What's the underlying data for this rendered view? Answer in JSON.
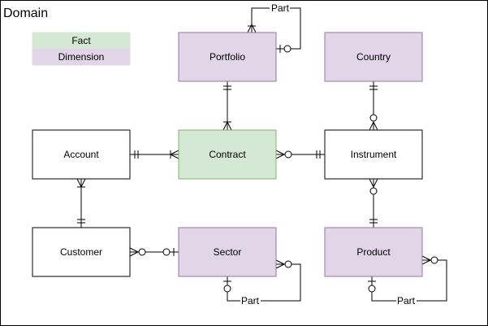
{
  "diagram": {
    "title": "Domain",
    "legend": [
      {
        "label": "Fact",
        "color": "#d5e8d4"
      },
      {
        "label": "Dimension",
        "color": "#e1d5e7"
      }
    ],
    "entities": {
      "portfolio": {
        "label": "Portfolio",
        "kind": "dimension"
      },
      "country": {
        "label": "Country",
        "kind": "dimension"
      },
      "account": {
        "label": "Account",
        "kind": "plain"
      },
      "contract": {
        "label": "Contract",
        "kind": "fact"
      },
      "instrument": {
        "label": "Instrument",
        "kind": "plain"
      },
      "customer": {
        "label": "Customer",
        "kind": "plain"
      },
      "sector": {
        "label": "Sector",
        "kind": "dimension"
      },
      "product": {
        "label": "Product",
        "kind": "dimension"
      }
    },
    "self_relation_label": "Part",
    "colors": {
      "fact_fill": "#d5e8d4",
      "fact_stroke": "#82b366",
      "dimension_fill": "#e1d5e7",
      "dimension_stroke": "#9673a6",
      "plain_fill": "#ffffff",
      "stroke": "#000000"
    }
  }
}
